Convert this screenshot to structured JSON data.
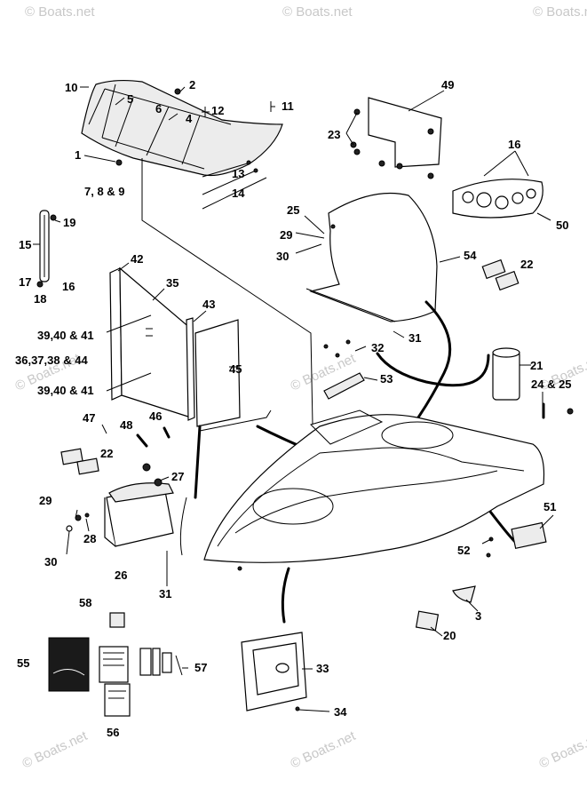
{
  "watermark": "© Boats.net",
  "callouts": [
    {
      "id": "c10",
      "text": "10"
    },
    {
      "id": "c2",
      "text": "2"
    },
    {
      "id": "c5",
      "text": "5"
    },
    {
      "id": "c6",
      "text": "6"
    },
    {
      "id": "c12",
      "text": "12"
    },
    {
      "id": "c11",
      "text": "11"
    },
    {
      "id": "c4",
      "text": "4"
    },
    {
      "id": "c1",
      "text": "1"
    },
    {
      "id": "c7",
      "text": "7, 8 & 9"
    },
    {
      "id": "c13",
      "text": "13"
    },
    {
      "id": "c14",
      "text": "14"
    },
    {
      "id": "c49",
      "text": "49"
    },
    {
      "id": "c23",
      "text": "23"
    },
    {
      "id": "c16a",
      "text": "16"
    },
    {
      "id": "c50",
      "text": "50"
    },
    {
      "id": "c19",
      "text": "19"
    },
    {
      "id": "c15",
      "text": "15"
    },
    {
      "id": "c17",
      "text": "17"
    },
    {
      "id": "c16b",
      "text": "16"
    },
    {
      "id": "c18",
      "text": "18"
    },
    {
      "id": "c25a",
      "text": "25"
    },
    {
      "id": "c29a",
      "text": "29"
    },
    {
      "id": "c30a",
      "text": "30"
    },
    {
      "id": "c54",
      "text": "54"
    },
    {
      "id": "c22a",
      "text": "22"
    },
    {
      "id": "c42",
      "text": "42"
    },
    {
      "id": "c35",
      "text": "35"
    },
    {
      "id": "c43",
      "text": "43"
    },
    {
      "id": "c39a",
      "text": "39,40 & 41"
    },
    {
      "id": "c36",
      "text": "36,37,38 & 44"
    },
    {
      "id": "c39b",
      "text": "39,40 & 41"
    },
    {
      "id": "c45",
      "text": "45"
    },
    {
      "id": "c31a",
      "text": "31"
    },
    {
      "id": "c32",
      "text": "32"
    },
    {
      "id": "c53",
      "text": "53"
    },
    {
      "id": "c21",
      "text": "21"
    },
    {
      "id": "c24",
      "text": "24 & 25"
    },
    {
      "id": "c47",
      "text": "47"
    },
    {
      "id": "c48",
      "text": "48"
    },
    {
      "id": "c46",
      "text": "46"
    },
    {
      "id": "c22b",
      "text": "22"
    },
    {
      "id": "c27",
      "text": "27"
    },
    {
      "id": "c29b",
      "text": "29"
    },
    {
      "id": "c28",
      "text": "28"
    },
    {
      "id": "c30b",
      "text": "30"
    },
    {
      "id": "c26",
      "text": "26"
    },
    {
      "id": "c31b",
      "text": "31"
    },
    {
      "id": "c51",
      "text": "51"
    },
    {
      "id": "c52",
      "text": "52"
    },
    {
      "id": "c3",
      "text": "3"
    },
    {
      "id": "c20",
      "text": "20"
    },
    {
      "id": "c58",
      "text": "58"
    },
    {
      "id": "c55",
      "text": "55"
    },
    {
      "id": "c57",
      "text": "57"
    },
    {
      "id": "c56",
      "text": "56"
    },
    {
      "id": "c33",
      "text": "33"
    },
    {
      "id": "c34",
      "text": "34"
    }
  ]
}
